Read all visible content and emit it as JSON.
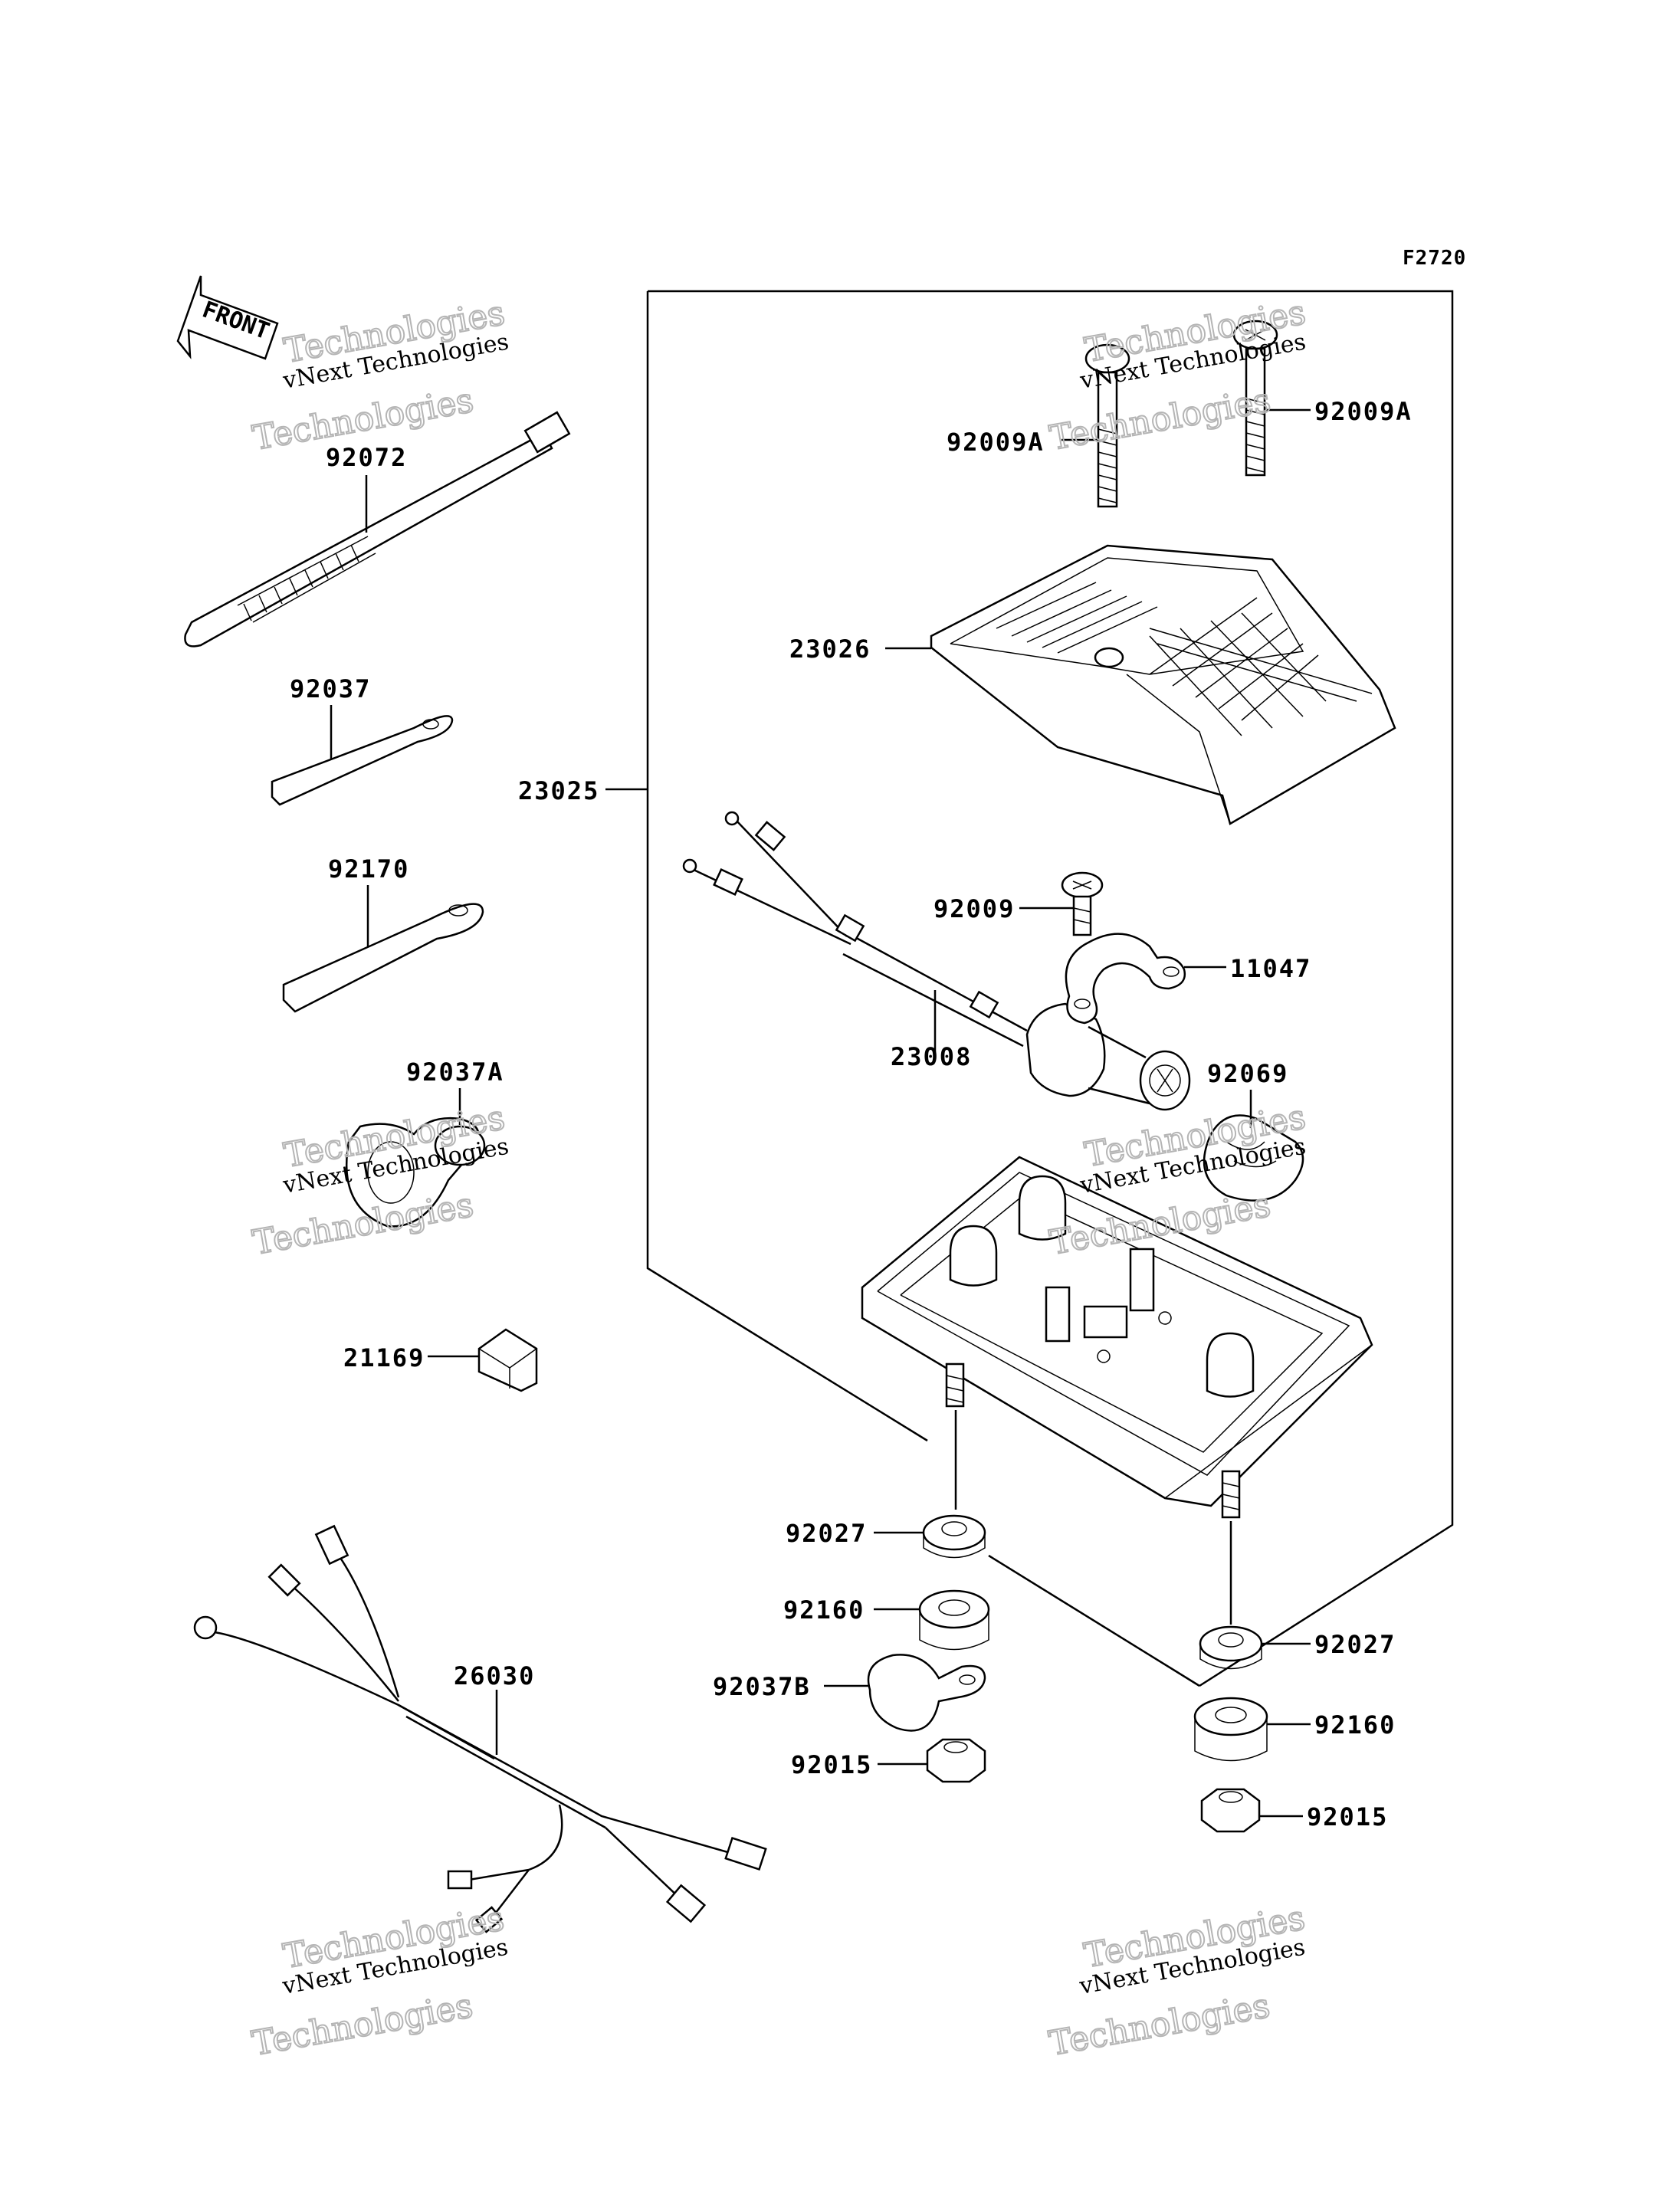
{
  "figure_id": "F2720",
  "front_label": "FRONT",
  "watermark": {
    "line1": "vNext Technologies",
    "line2": "Technologies"
  },
  "parts": [
    {
      "id": "92072"
    },
    {
      "id": "92037"
    },
    {
      "id": "92170"
    },
    {
      "id": "92037A"
    },
    {
      "id": "21169"
    },
    {
      "id": "26030"
    },
    {
      "id": "23025"
    },
    {
      "id": "92009A"
    },
    {
      "id": "92009A"
    },
    {
      "id": "23026"
    },
    {
      "id": "92009"
    },
    {
      "id": "11047"
    },
    {
      "id": "23008"
    },
    {
      "id": "92069"
    },
    {
      "id": "92027"
    },
    {
      "id": "92160"
    },
    {
      "id": "92037B"
    },
    {
      "id": "92015"
    },
    {
      "id": "92027"
    },
    {
      "id": "92160"
    },
    {
      "id": "92015"
    }
  ]
}
